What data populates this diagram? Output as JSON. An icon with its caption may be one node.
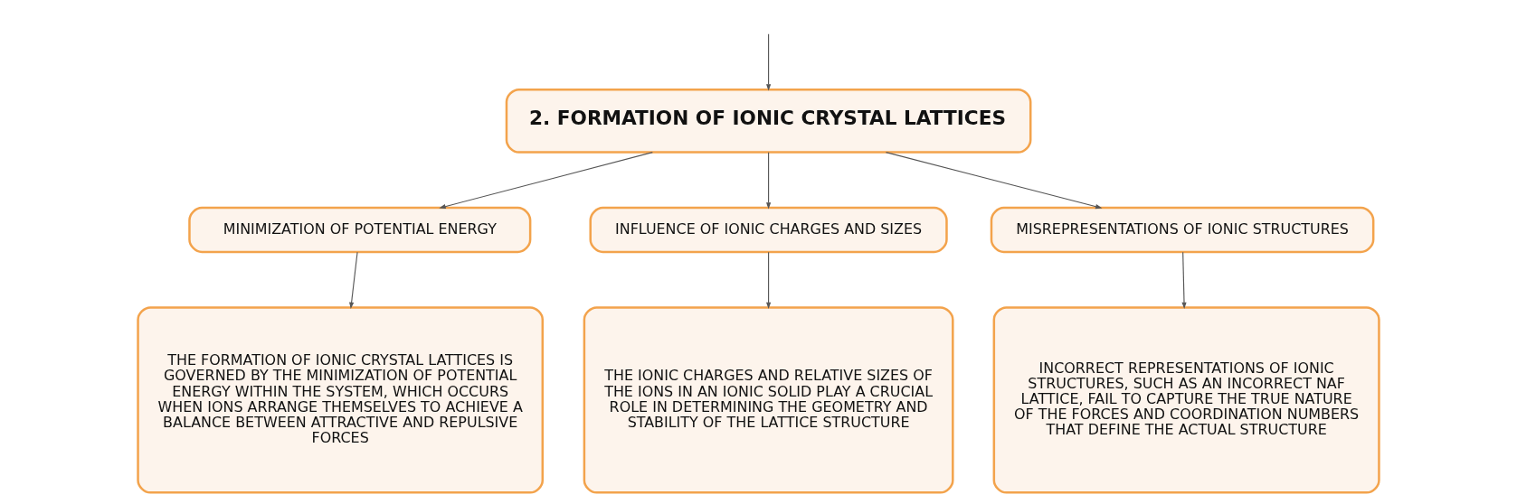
{
  "diagram": {
    "nodes": [
      {
        "text": [
          "2. FORMATION OF IONIC CRYSTAL LATTICES"
        ]
      },
      {
        "text": [
          "MINIMIZATION OF POTENTIAL ENERGY"
        ]
      },
      {
        "text": [
          "INFLUENCE OF IONIC CHARGES AND SIZES"
        ]
      },
      {
        "text": [
          "MISREPRESENTATIONS OF IONIC STRUCTURES"
        ]
      },
      {
        "text": [
          "THE FORMATION OF IONIC CRYSTAL LATTICES IS GOVERNED BY THE MINIMIZATION OF POTENTIAL ENERGY WITHIN THE SYSTEM, WHICH OCCURS WHEN IONS ARRANGE THEMSELVES TO ACHIEVE A BALANCE BETWEEN ATTRACTIVE AND REPULSIVE FORCES"
        ]
      },
      {
        "text": [
          "THE IONIC CHARGES AND RELATIVE SIZES OF THE IONS IN AN IONIC SOLID PLAY A CRUCIAL ROLE IN DETERMINING THE GEOMETRY AND STABILITY OF THE LATTICE STRUCTURE"
        ]
      },
      {
        "text": [
          "INCORRECT REPRESENTATIONS OF IONIC STRUCTURES, SUCH AS AN INCORRECT NAF LATTICE, FAIL TO CAPTURE THE TRUE NATURE OF THE FORCES AND COORDINATION NUMBERS THAT DEFINE THE ACTUAL STRUCTURE"
        ]
      }
    ],
    "edges": [
      {
        "from": null,
        "to": 0,
        "arrow": "to"
      },
      {
        "from": 0,
        "to": 1,
        "arrow": "to"
      },
      {
        "from": 0,
        "to": 2,
        "arrow": "to"
      },
      {
        "from": 0,
        "to": 3,
        "arrow": "to"
      },
      {
        "from": 1,
        "to": 4,
        "arrow": "to"
      },
      {
        "from": 2,
        "to": 5,
        "arrow": "to"
      },
      {
        "from": 3,
        "to": 6,
        "arrow": "to"
      }
    ]
  }
}
